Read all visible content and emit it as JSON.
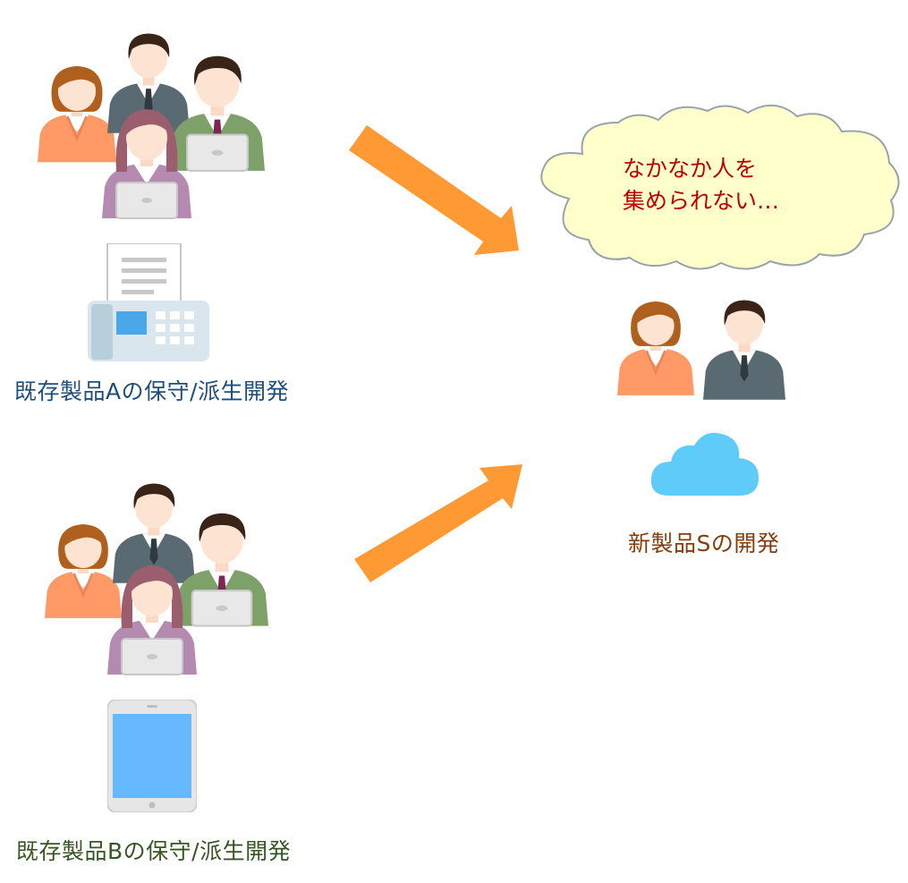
{
  "groups": [
    {
      "label": "既存製品Aの保守/派生開発",
      "label_color": "#1f4e79",
      "device_icon": "fax-machine-icon"
    },
    {
      "label": "既存製品Bの保守/派生開発",
      "label_color": "#375623",
      "device_icon": "tablet-icon"
    }
  ],
  "target": {
    "label": "新製品Sの開発",
    "label_color": "#843c0c",
    "icon": "cloud-icon"
  },
  "thought_bubble": {
    "line1": "なかなか人を",
    "line2": "集められない…",
    "text_color": "#c00000",
    "fill": "#ffffcc"
  },
  "colors": {
    "arrow": "#ff9933",
    "cloud_icon": "#5ecbf8",
    "tablet_screen": "#66b8ff"
  }
}
